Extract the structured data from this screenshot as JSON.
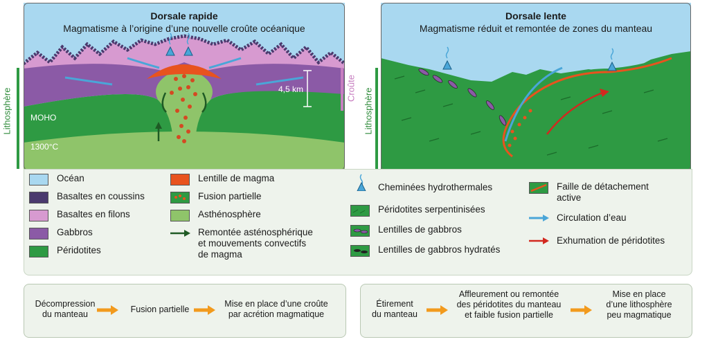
{
  "left_panel": {
    "title": "Dorsale rapide",
    "subtitle": "Magmatisme à l’origine d’une nouvelle croûte océanique",
    "label_thickness": "4,5 km",
    "label_moho": "MOHO",
    "label_temp": "1300°C",
    "side_lithosphere": "Lithosphère",
    "side_croute": "Croûte"
  },
  "right_panel": {
    "title": "Dorsale lente",
    "subtitle": "Magmatisme réduit et remontée de zones du manteau",
    "side_lithosphere": "Lithosphère"
  },
  "legend": {
    "col1": [
      "Océan",
      "Basaltes en coussins",
      "Basaltes en filons",
      "Gabbros",
      "Péridotites"
    ],
    "col2": [
      "Lentille de magma",
      "Fusion partielle",
      "Asthénosphère"
    ],
    "col2_arrow": [
      "Remontée asténosphérique",
      "et mouvements convectifs",
      "de magma"
    ],
    "col3": [
      "Cheminées hydrothermales",
      "Péridotites serpentinisées",
      "Lentilles de gabbros",
      "Lentilles de gabbros hydratés"
    ],
    "col4_faille": [
      "Faille de détachement",
      "active"
    ],
    "col4_circulation": "Circulation d’eau",
    "col4_exhumation": "Exhumation de péridotites"
  },
  "flow_left": {
    "step1": [
      "Décompression",
      "du manteau"
    ],
    "step2": "Fusion partielle",
    "step3": [
      "Mise en place d’une croûte",
      "par acrétion magmatique"
    ]
  },
  "flow_right": {
    "step1": [
      "Étirement",
      "du manteau"
    ],
    "step2": [
      "Affleurement ou remontée",
      "des péridotites du manteau",
      "et faible fusion partielle"
    ],
    "step3": [
      "Mise en place",
      "d’une lithosphère",
      "peu magmatique"
    ]
  },
  "colors": {
    "ocean": "#a9d8f0",
    "basalt_pillow": "#4b3a6e",
    "basalt_dyke": "#d79ad0",
    "gabbro": "#8b5aa6",
    "peridotite": "#2e9a43",
    "asthenosphere": "#8fc46a",
    "magma": "#e8531e",
    "water_arrow": "#4aa6d8",
    "exhumation": "#d2281f",
    "flow_arrow": "#f29a1d"
  }
}
